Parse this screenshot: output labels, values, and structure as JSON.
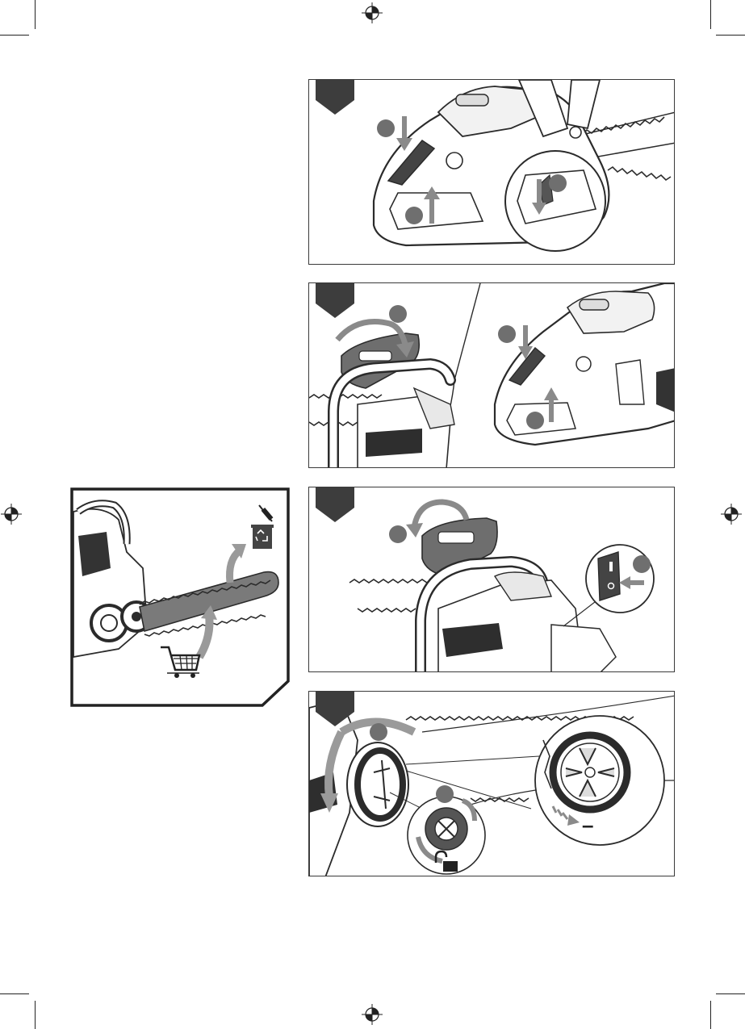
{
  "page": {
    "panels": [
      {
        "id": "step-a",
        "markers": 3
      },
      {
        "id": "step-b",
        "markers": 3
      },
      {
        "id": "step-c",
        "markers": 2
      },
      {
        "id": "step-d",
        "markers": 2
      }
    ]
  },
  "symbols": {
    "minus_sign": "–",
    "unlock_icon": "unlock-icon",
    "cart_icon": "shopping-cart-icon",
    "recycle_icon": "recycle-bin-icon"
  },
  "colors": {
    "line": "#2b2b2b",
    "marker_grey": "#6f6f6f",
    "arrow_grey": "#8a8a8a",
    "tab_dark": "#3d3d3d"
  }
}
